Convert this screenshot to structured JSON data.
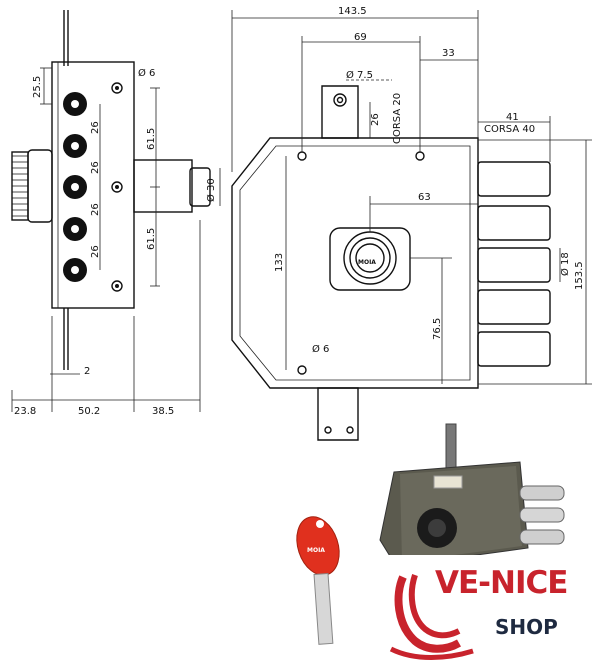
{
  "labels": {
    "d_23_8": "23.8",
    "d_50_2": "50.2",
    "d_38_5": "38.5",
    "d_2": "2",
    "d_25_5": "25.5",
    "d_26a": "26",
    "d_26b": "26",
    "d_26c": "26",
    "d_26d": "26",
    "d_61_5a": "61.5",
    "d_61_5b": "61.5",
    "d_dia6a": "Ø 6",
    "d_dia30": "Ø 30",
    "d_143_5": "143.5",
    "d_69": "69",
    "d_33": "33",
    "d_dia7_5": "Ø 7.5",
    "d_26e": "26",
    "d_corsa20": "CORSA 20",
    "d_41": "41",
    "d_corsa40": "CORSA 40",
    "d_63": "63",
    "d_133": "133",
    "d_153_5": "153.5",
    "d_dia18": "Ø 18",
    "d_76_5": "76.5",
    "d_dia6b": "Ø 6",
    "mark_lock": "MOIA",
    "mark_key": "MOIA"
  },
  "logo": {
    "name": "VE-NICE",
    "sub": "SHOP"
  },
  "colors": {
    "line": "#111111",
    "logo_red": "#c8232c",
    "key_red": "#e0301e",
    "lock_body": "#5b5a4e"
  }
}
